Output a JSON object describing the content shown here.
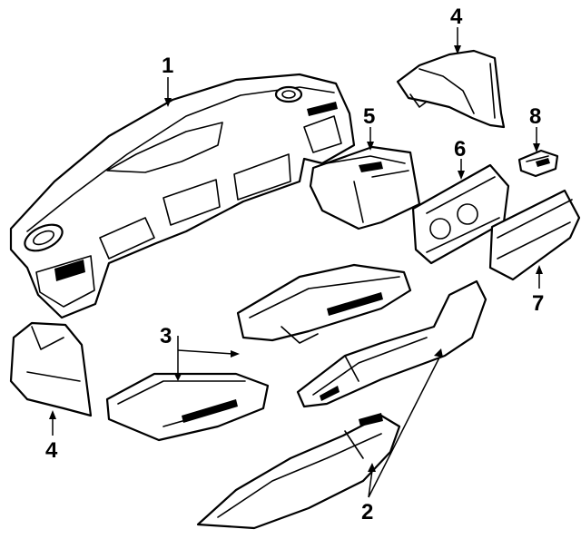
{
  "diagram": {
    "callouts": {
      "c1": "1",
      "c2": "2",
      "c3": "3",
      "c4_top": "4",
      "c4_bottom": "4",
      "c5": "5",
      "c6": "6",
      "c7": "7",
      "c8": "8"
    }
  }
}
